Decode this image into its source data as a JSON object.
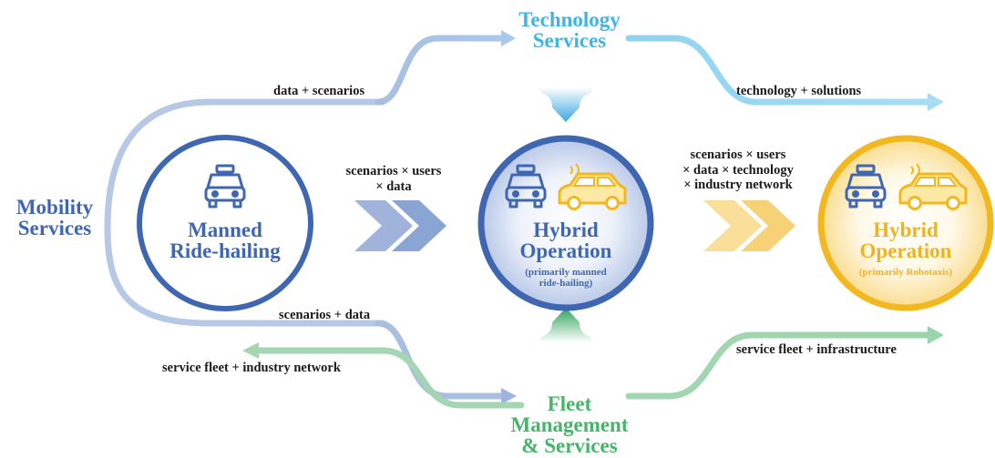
{
  "headers": {
    "technology": [
      "Technology",
      "Services"
    ],
    "mobility": [
      "Mobility",
      "Services"
    ],
    "fleet": [
      "Fleet",
      "Management",
      "& Services"
    ]
  },
  "flow_labels": {
    "data_scenarios": "data + scenarios",
    "tech_solutions": "technology + solutions",
    "scenarios_users_data": [
      "scenarios × users",
      "× data"
    ],
    "scenarios_users_data_tech": [
      "scenarios × users",
      "× data × technology",
      "× industry network"
    ],
    "scenarios_data": "scenarios + data",
    "fleet_industry": "service fleet + industry network",
    "fleet_infra": "service fleet + infrastructure"
  },
  "nodes": {
    "manned": {
      "title": [
        "Manned",
        "Ride-hailing"
      ]
    },
    "hybrid_manned": {
      "title": [
        "Hybrid",
        "Operation"
      ],
      "subtitle": [
        "(primarily manned",
        "ride-hailing)"
      ]
    },
    "hybrid_robotaxi": {
      "title": [
        "Hybrid",
        "Operation"
      ],
      "subtitle": [
        "(primarily Robotaxis)"
      ]
    }
  },
  "icons": [
    "taxi-icon",
    "robotaxi-car-icon"
  ],
  "colors": {
    "blue": "#3f67b1",
    "light_blue": "#3eb5e5",
    "green": "#46b56a",
    "gold": "#f3b71f",
    "gold_text": "#f0b31c"
  }
}
